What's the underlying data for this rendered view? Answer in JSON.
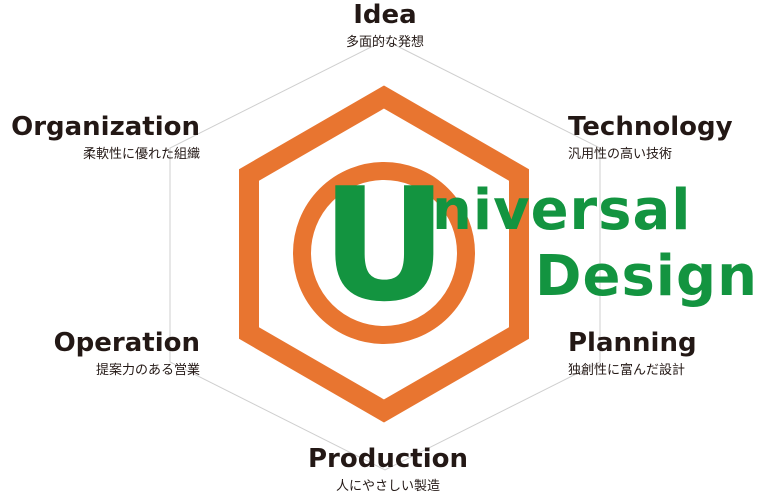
{
  "colors": {
    "orange": "#e87530",
    "green": "#139440",
    "text": "#231815",
    "guide_line": "#cfcfcf"
  },
  "logo": {
    "letter": "U",
    "line1": "niversal",
    "line2": "Design"
  },
  "nodes": {
    "idea": {
      "title": "Idea",
      "subtitle": "多面的な発想"
    },
    "technology": {
      "title": "Technology",
      "subtitle": "汎用性の高い技術"
    },
    "planning": {
      "title": "Planning",
      "subtitle": "独創性に富んだ設計"
    },
    "production": {
      "title": "Production",
      "subtitle": "人にやさしい製造"
    },
    "operation": {
      "title": "Operation",
      "subtitle": "提案力のある営業"
    },
    "organization": {
      "title": "Organization",
      "subtitle": "柔軟性に優れた組織"
    }
  }
}
